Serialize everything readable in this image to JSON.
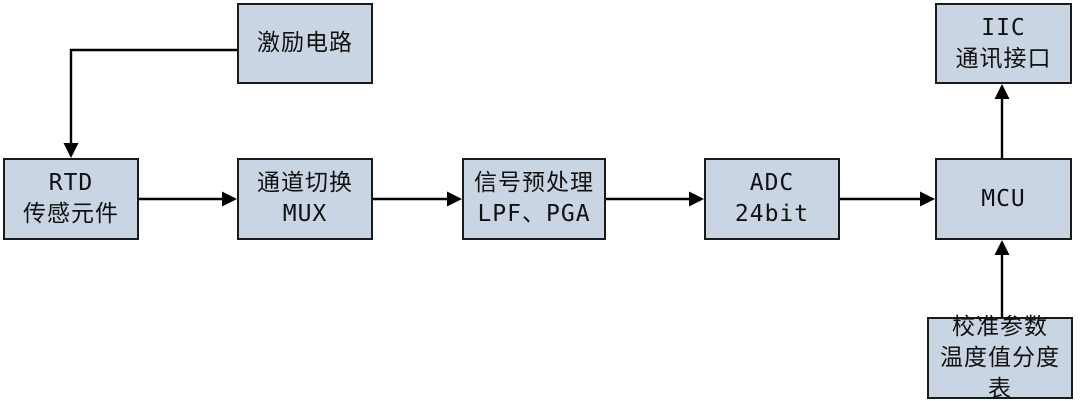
{
  "diagram": {
    "kind": "block-diagram",
    "colors": {
      "box_fill": "#cad5e3",
      "box_border": "#1a1a1a",
      "arrow": "#000000",
      "background": "#ffffff"
    },
    "nodes": {
      "excitation": {
        "lines": [
          "激励电路"
        ]
      },
      "rtd": {
        "lines": [
          "RTD",
          "传感元件"
        ]
      },
      "mux": {
        "lines": [
          "通道切换",
          "MUX"
        ]
      },
      "preprocess": {
        "lines": [
          "信号预处理",
          "LPF、PGA"
        ]
      },
      "adc": {
        "lines": [
          "ADC",
          "24bit"
        ]
      },
      "mcu": {
        "lines": [
          "MCU"
        ]
      },
      "iic": {
        "lines": [
          "IIC",
          "通讯接口"
        ]
      },
      "calibration": {
        "lines": [
          "校准参数",
          "温度值分度表"
        ]
      }
    },
    "edges": [
      {
        "from": "excitation",
        "to": "rtd",
        "style": "elbow-down"
      },
      {
        "from": "rtd",
        "to": "mux",
        "style": "straight-right"
      },
      {
        "from": "mux",
        "to": "preprocess",
        "style": "straight-right"
      },
      {
        "from": "preprocess",
        "to": "adc",
        "style": "straight-right"
      },
      {
        "from": "adc",
        "to": "mcu",
        "style": "straight-right"
      },
      {
        "from": "mcu",
        "to": "iic",
        "style": "straight-up"
      },
      {
        "from": "calibration",
        "to": "mcu",
        "style": "straight-up"
      }
    ]
  }
}
